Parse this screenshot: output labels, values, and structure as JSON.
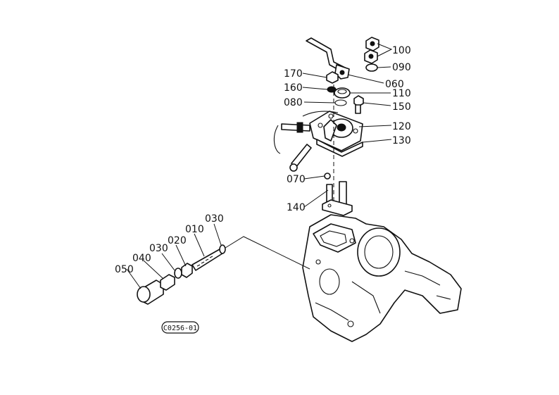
{
  "callouts": [
    {
      "id": "100",
      "text": "100"
    },
    {
      "id": "090",
      "text": "090"
    },
    {
      "id": "060",
      "text": "060"
    },
    {
      "id": "170",
      "text": "170"
    },
    {
      "id": "160",
      "text": "160"
    },
    {
      "id": "110",
      "text": "110"
    },
    {
      "id": "080",
      "text": "080"
    },
    {
      "id": "150",
      "text": "150"
    },
    {
      "id": "120",
      "text": "120"
    },
    {
      "id": "130",
      "text": "130"
    },
    {
      "id": "070",
      "text": "070"
    },
    {
      "id": "140",
      "text": "140"
    },
    {
      "id": "030a",
      "text": "030"
    },
    {
      "id": "010",
      "text": "010"
    },
    {
      "id": "020",
      "text": "020"
    },
    {
      "id": "030b",
      "text": "030"
    },
    {
      "id": "040",
      "text": "040"
    },
    {
      "id": "050",
      "text": "050"
    }
  ],
  "drawing_code": "C0256-01"
}
